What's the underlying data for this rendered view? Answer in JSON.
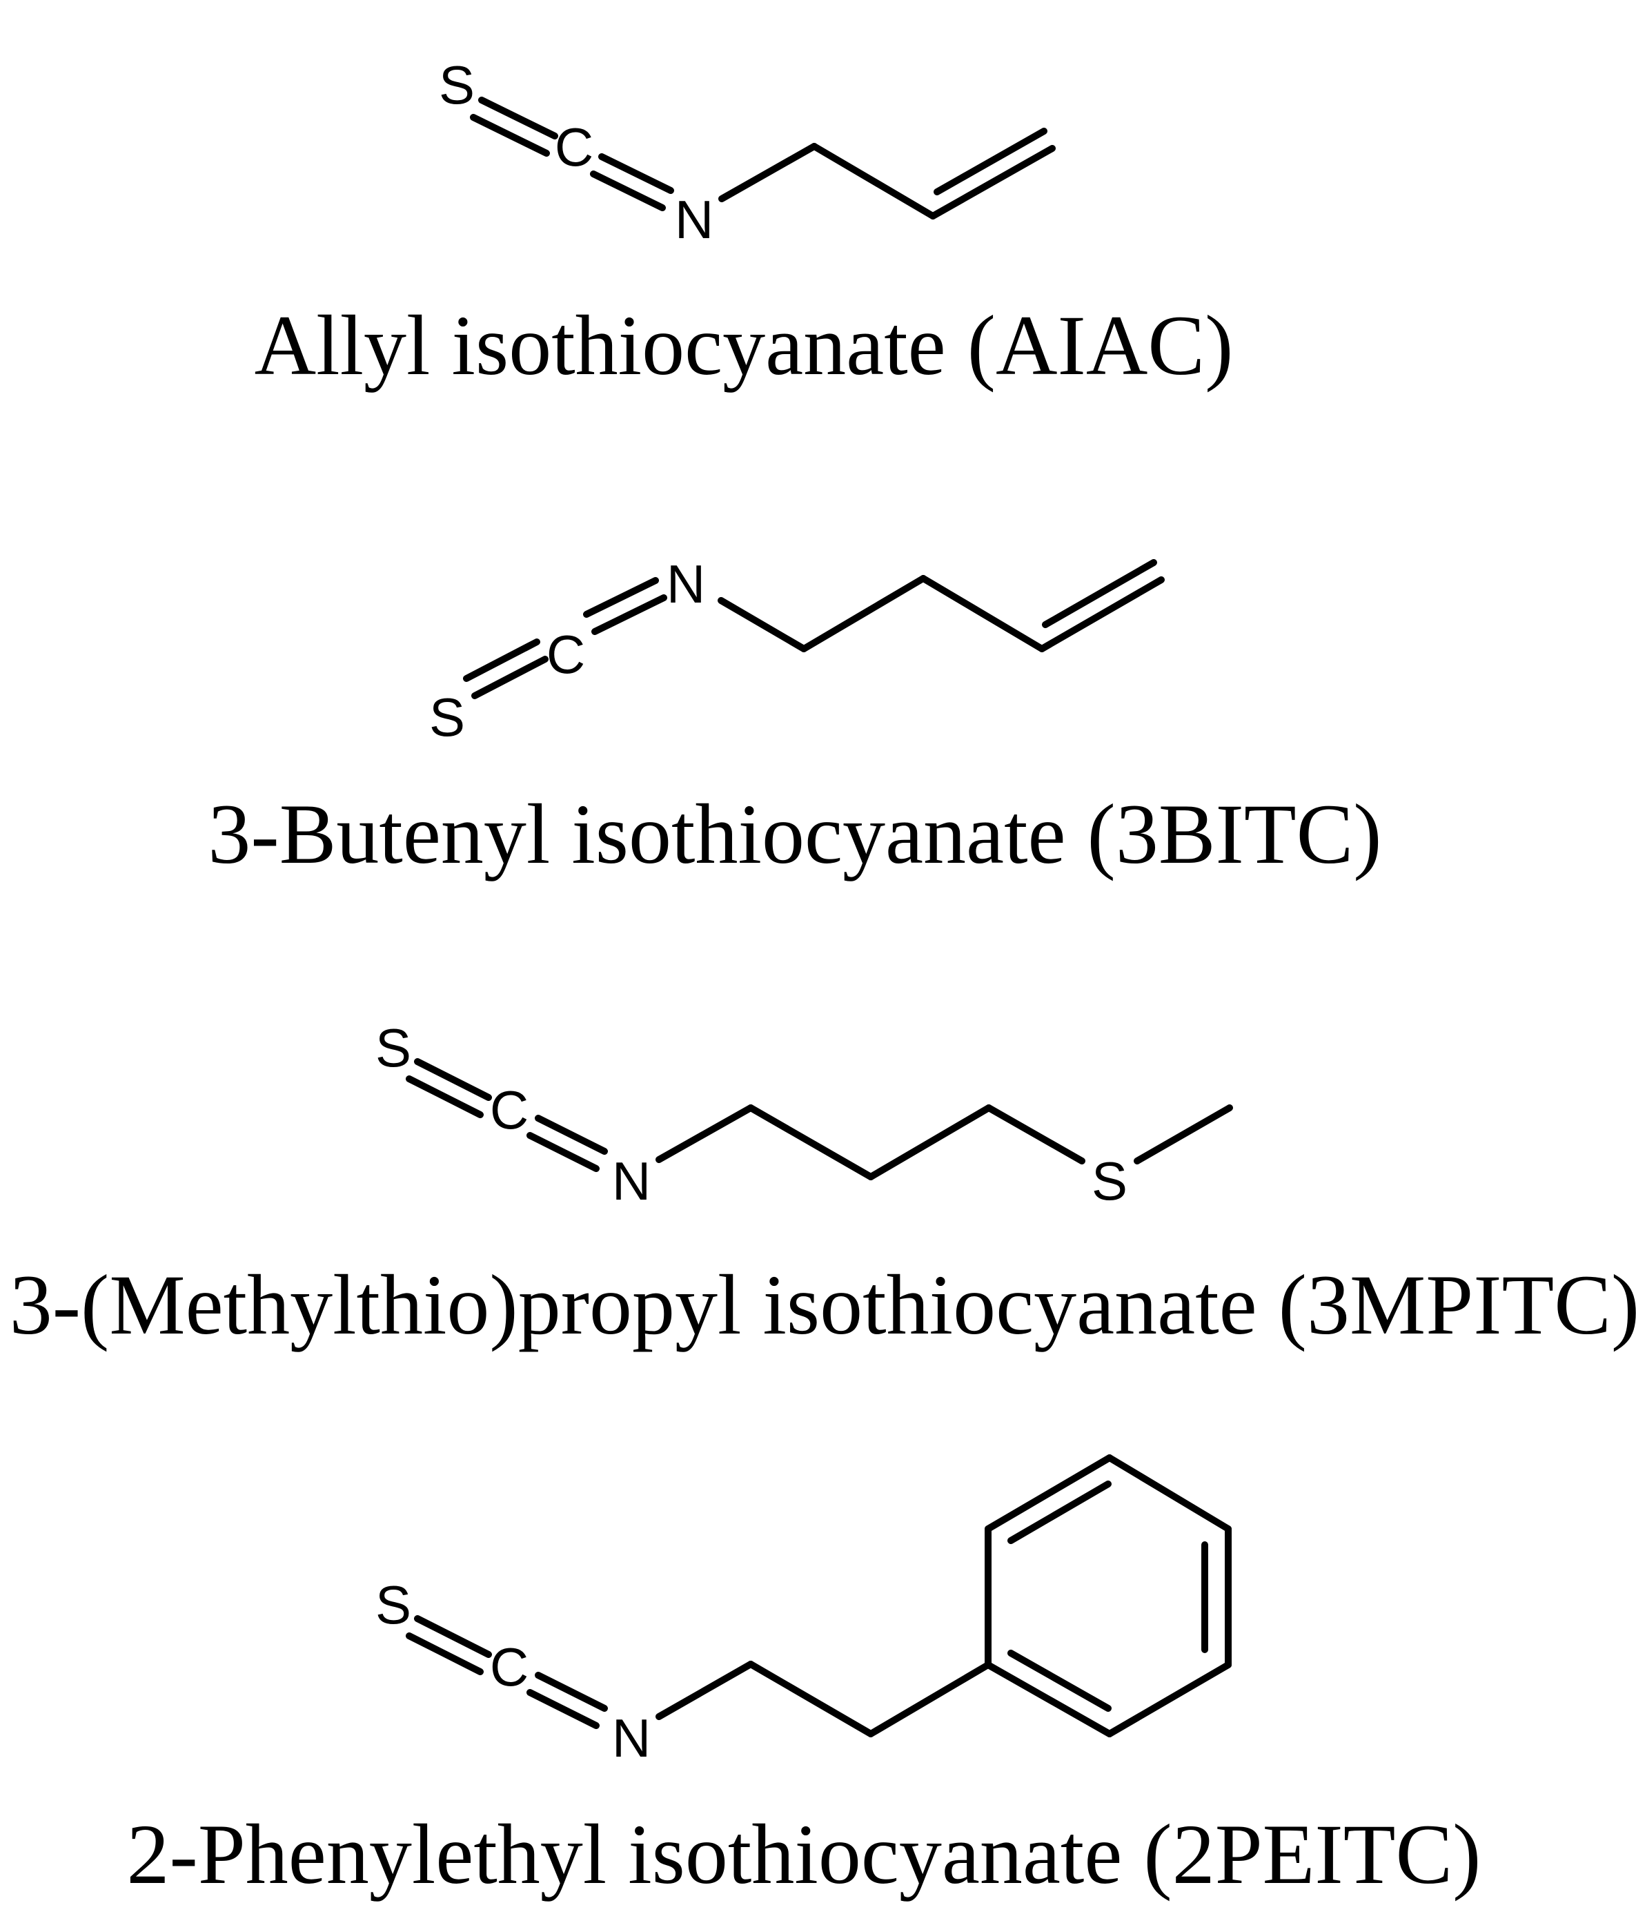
{
  "colors": {
    "ink": "#000000",
    "background": "#ffffff"
  },
  "compounds": [
    {
      "caption": "Allyl isothiocyanate (AIAC)",
      "atoms": {
        "s1": "S",
        "c1": "C",
        "n1": "N"
      }
    },
    {
      "caption": "3-Butenyl isothiocyanate (3BITC)",
      "atoms": {
        "s1": "S",
        "c1": "C",
        "n1": "N"
      }
    },
    {
      "caption": "3-(Methylthio)propyl isothiocyanate (3MPITC)",
      "atoms": {
        "s1": "S",
        "c1": "C",
        "n1": "N",
        "s2": "S"
      }
    },
    {
      "caption": "2-Phenylethyl isothiocyanate (2PEITC)",
      "atoms": {
        "s1": "S",
        "c1": "C",
        "n1": "N"
      }
    }
  ]
}
